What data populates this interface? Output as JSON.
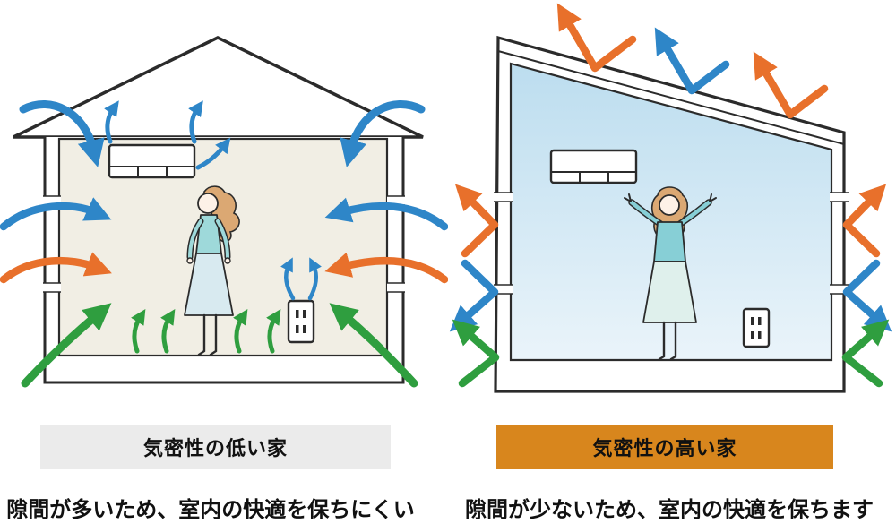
{
  "figure": {
    "left": {
      "label": "気密性の低い家",
      "caption": "隙間が多いため、室内の快適を保ちにくい"
    },
    "right": {
      "label": "気密性の高い家",
      "caption": "隙間が少ないため、室内の快適を保ちます"
    }
  },
  "colors": {
    "arrow-blue": "#2E86C8",
    "arrow-orange": "#E8702B",
    "arrow-green": "#2F9E3F",
    "outline": "#2B2B2B",
    "left-interior": "#F1EEE4",
    "right-interior-top": "#BCDDEF",
    "right-interior-bottom": "#EAF4FA",
    "label-low-bg": "#EBEBEB",
    "label-high-bg": "#D8861D",
    "label-text": "#111111",
    "caption-text": "#111111"
  }
}
